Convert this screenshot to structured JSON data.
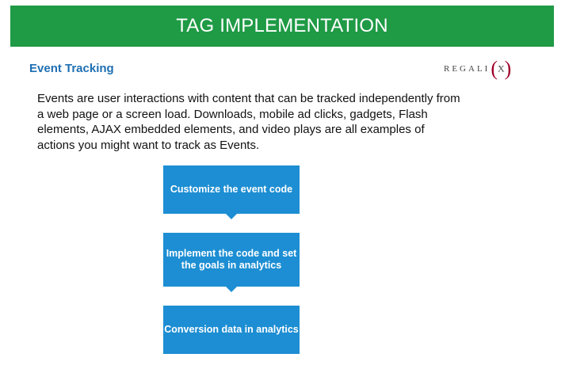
{
  "header": {
    "title": "TAG IMPLEMENTATION"
  },
  "section": {
    "title": "Event Tracking"
  },
  "logo": {
    "text": "REGALI",
    "mark": "X"
  },
  "body": {
    "paragraph": "Events are user interactions with content that can be tracked independently from a web page or a screen load. Downloads, mobile ad clicks, gadgets, Flash elements, AJAX embedded elements, and video plays are all examples of actions you might want to track as Events."
  },
  "flow": {
    "steps": [
      "Customize the event code",
      "Implement the code and set the goals in analytics",
      "Conversion data in analytics"
    ]
  },
  "colors": {
    "banner": "#1f9a45",
    "step": "#1d8ed3",
    "section_title": "#1f6fb3"
  }
}
